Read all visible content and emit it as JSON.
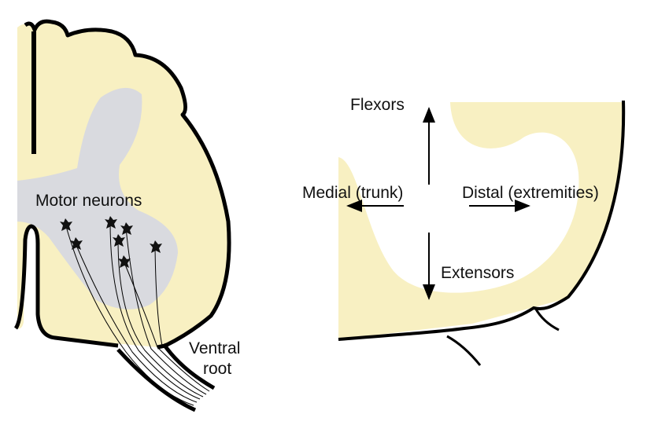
{
  "colors": {
    "cord": "#f8f0c2",
    "gray_matter": "#d9dadf",
    "outline": "#000000"
  },
  "left_panel": {
    "motor_label": "Motor neurons",
    "ventral_label_line1": "Ventral",
    "ventral_label_line2": "root"
  },
  "right_panel": {
    "up_label": "Flexors",
    "left_label": "Medial (trunk)",
    "right_label": "Distal (extremities)",
    "down_label": "Extensors"
  }
}
